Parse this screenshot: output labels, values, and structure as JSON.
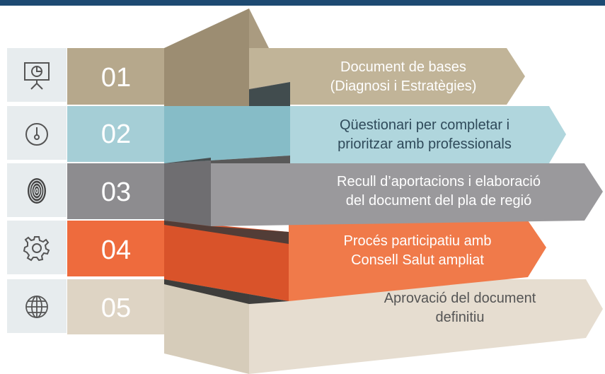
{
  "colors": {
    "header_bar": "#1d4a72",
    "step1": "#b8aa8f",
    "step2": "#a8d0d8",
    "step3": "#8c8b8e",
    "step4": "#ef6a3c",
    "step5": "#e2d9cb",
    "icon_column": "#e7ecee"
  },
  "steps": [
    {
      "number": "01",
      "icon": "presentation-chart-icon",
      "line1": "Document de bases",
      "line2": "(Diagnosi i Estratègies)"
    },
    {
      "number": "02",
      "icon": "compass-icon",
      "line1": "Qüestionari per completar i",
      "line2": "prioritzar amb professionals"
    },
    {
      "number": "03",
      "icon": "fingerprint-icon",
      "line1": "Recull d’aportacions i elaboració",
      "line2": "del document del pla de regió"
    },
    {
      "number": "04",
      "icon": "gear-icon",
      "line1": "Procés participatiu amb",
      "line2": "Consell Salut ampliat"
    },
    {
      "number": "05",
      "icon": "globe-icon",
      "line1": "Aprovació  del document",
      "line2": "definitiu"
    }
  ]
}
